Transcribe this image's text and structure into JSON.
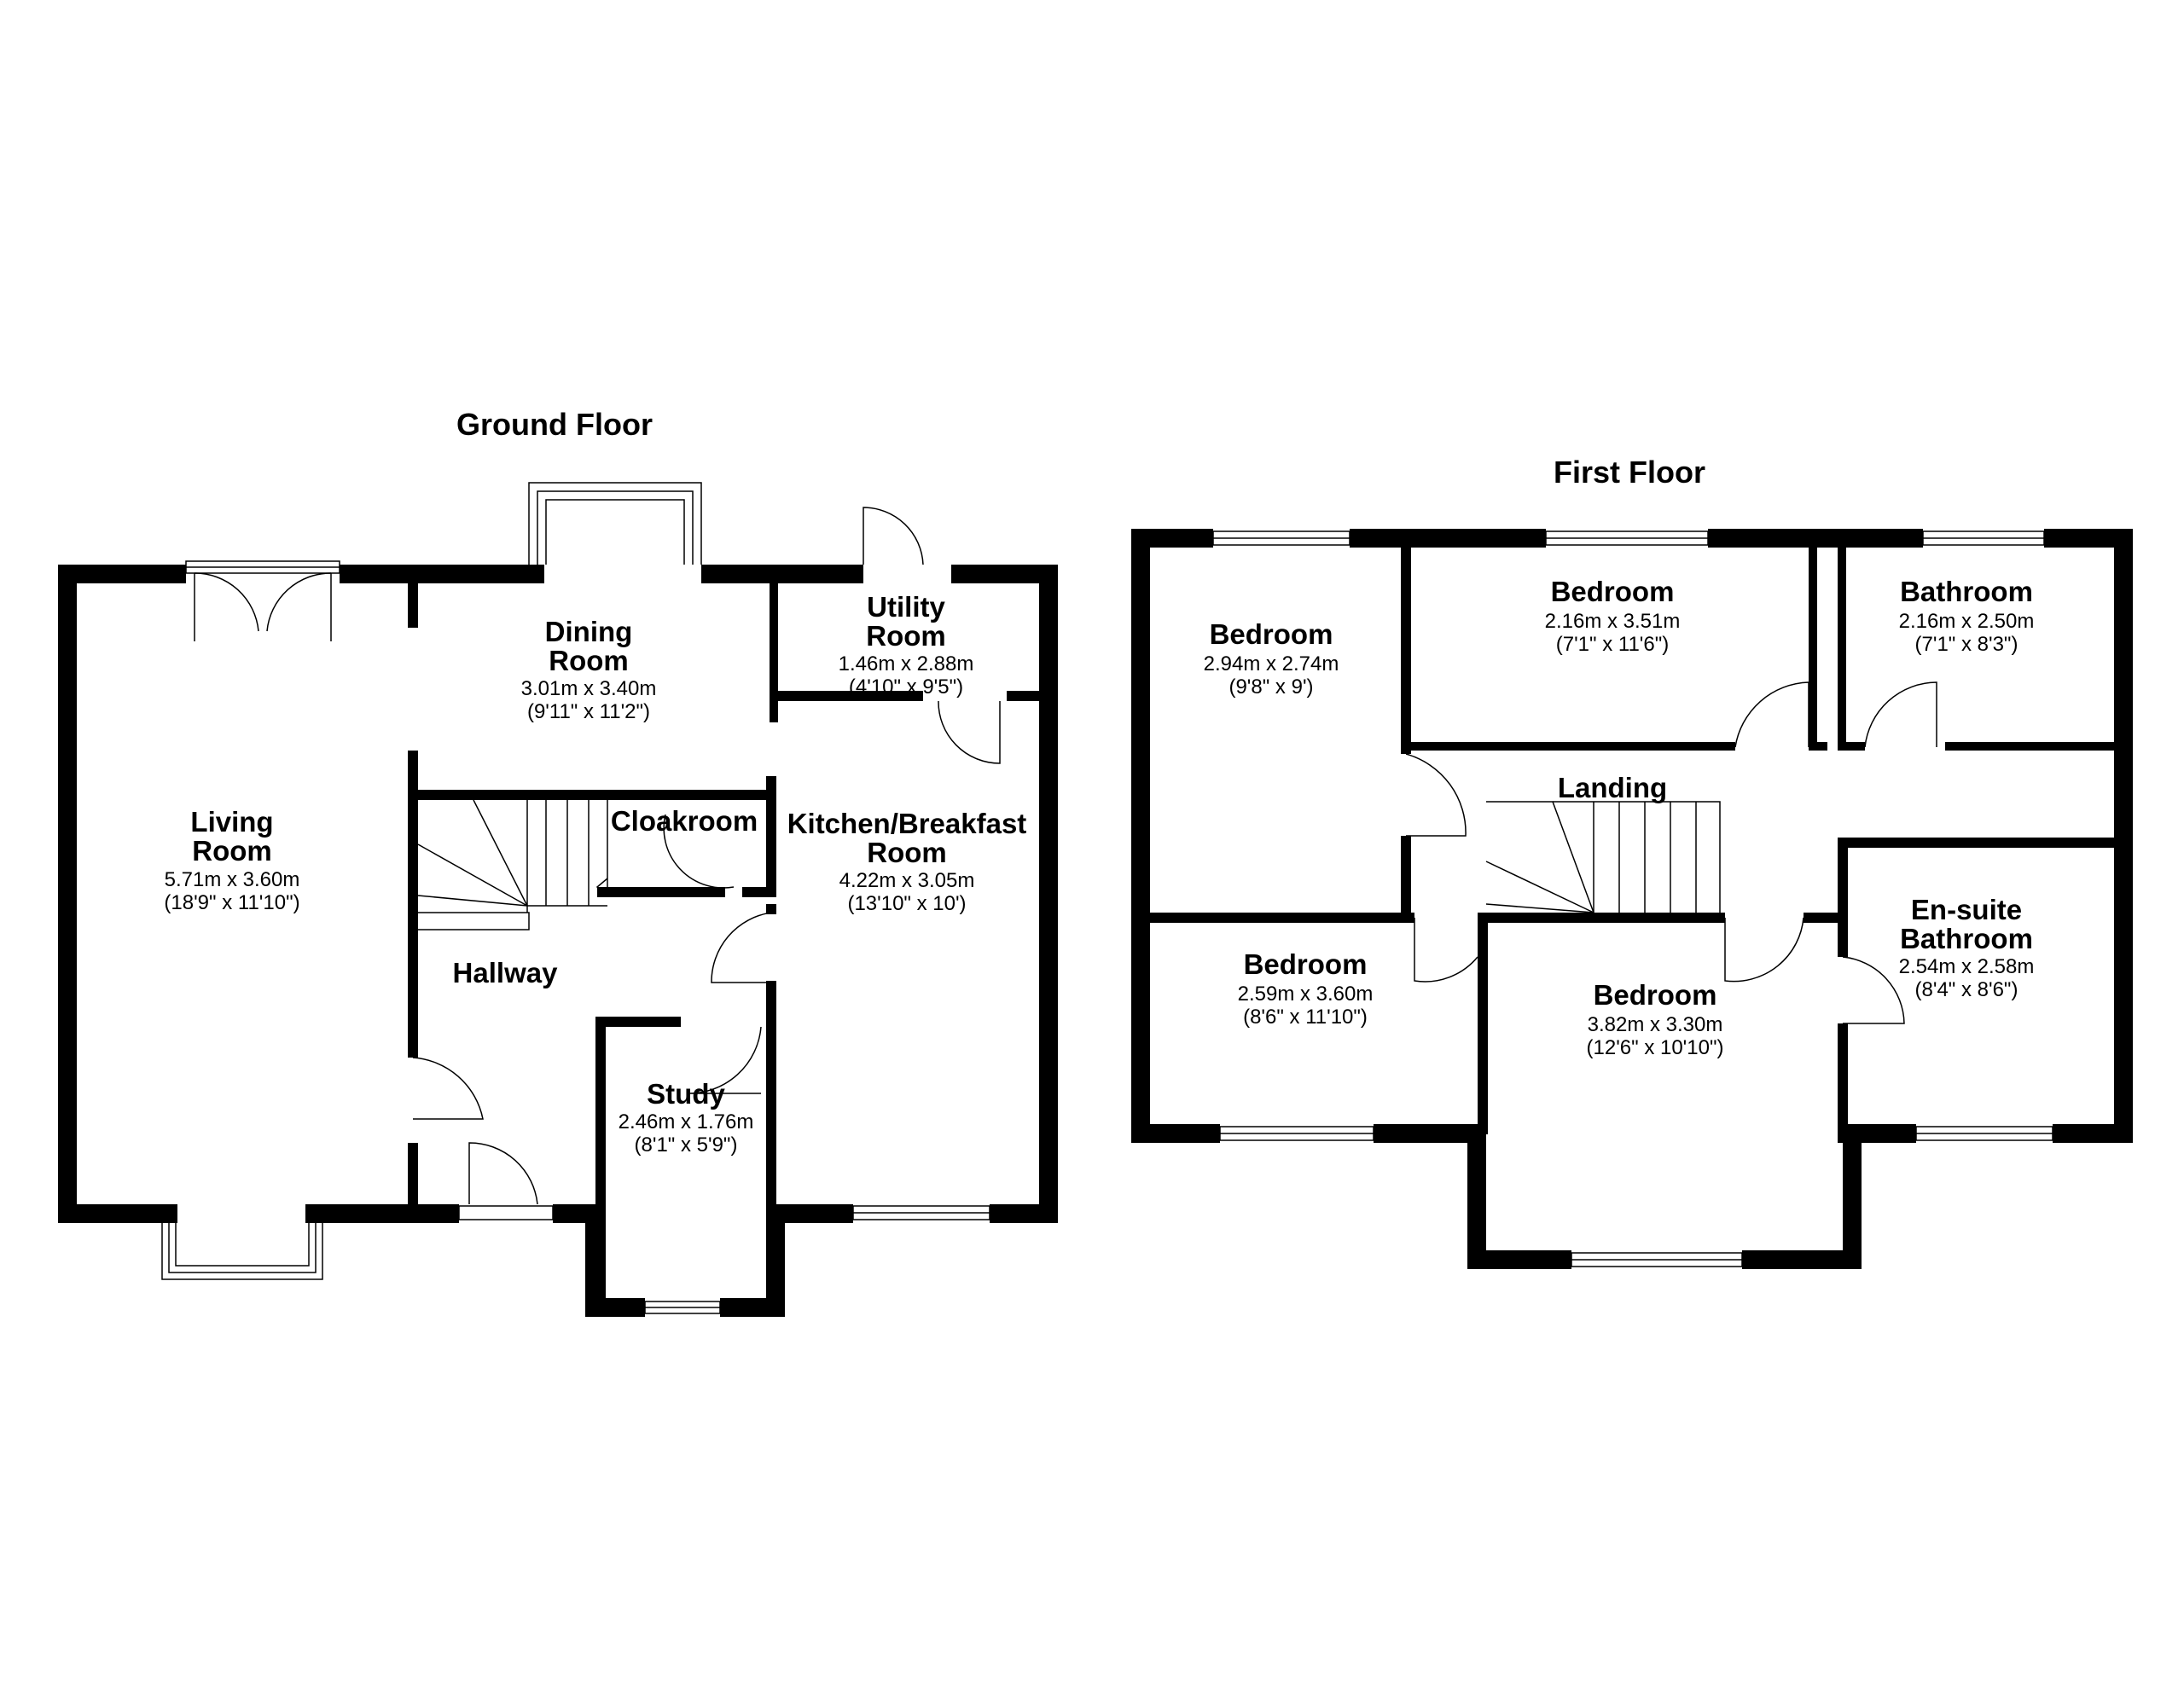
{
  "floors": [
    {
      "title": "Ground Floor",
      "rooms": [
        {
          "name_lines": [
            "Living",
            "Room"
          ],
          "dim_metric": "5.71m x 3.60m",
          "dim_imperial": "(18'9\" x 11'10\")"
        },
        {
          "name_lines": [
            "Dining",
            "Room"
          ],
          "dim_metric": "3.01m x 3.40m",
          "dim_imperial": "(9'11\" x 11'2\")"
        },
        {
          "name_lines": [
            "Utility",
            "Room"
          ],
          "dim_metric": "1.46m x 2.88m",
          "dim_imperial": "(4'10\" x 9'5\")"
        },
        {
          "name_lines": [
            "Cloakroom"
          ],
          "dim_metric": "",
          "dim_imperial": ""
        },
        {
          "name_lines": [
            "Kitchen/Breakfast",
            "Room"
          ],
          "dim_metric": "4.22m x 3.05m",
          "dim_imperial": "(13'10\" x 10')"
        },
        {
          "name_lines": [
            "Hallway"
          ],
          "dim_metric": "",
          "dim_imperial": ""
        },
        {
          "name_lines": [
            "Study"
          ],
          "dim_metric": "2.46m x 1.76m",
          "dim_imperial": "(8'1\" x 5'9\")"
        }
      ]
    },
    {
      "title": "First Floor",
      "rooms": [
        {
          "name_lines": [
            "Bedroom"
          ],
          "dim_metric": "2.94m x 2.74m",
          "dim_imperial": "(9'8\" x 9')"
        },
        {
          "name_lines": [
            "Bedroom"
          ],
          "dim_metric": "2.16m x 3.51m",
          "dim_imperial": "(7'1\" x 11'6\")"
        },
        {
          "name_lines": [
            "Bathroom"
          ],
          "dim_metric": "2.16m x 2.50m",
          "dim_imperial": "(7'1\" x 8'3\")"
        },
        {
          "name_lines": [
            "Landing"
          ],
          "dim_metric": "",
          "dim_imperial": ""
        },
        {
          "name_lines": [
            "En-suite",
            "Bathroom"
          ],
          "dim_metric": "2.54m x 2.58m",
          "dim_imperial": "(8'4\" x 8'6\")"
        },
        {
          "name_lines": [
            "Bedroom"
          ],
          "dim_metric": "2.59m x 3.60m",
          "dim_imperial": "(8'6\" x 11'10\")"
        },
        {
          "name_lines": [
            "Bedroom"
          ],
          "dim_metric": "3.82m x 3.30m",
          "dim_imperial": "(12'6\" x 10'10\")"
        }
      ]
    }
  ]
}
